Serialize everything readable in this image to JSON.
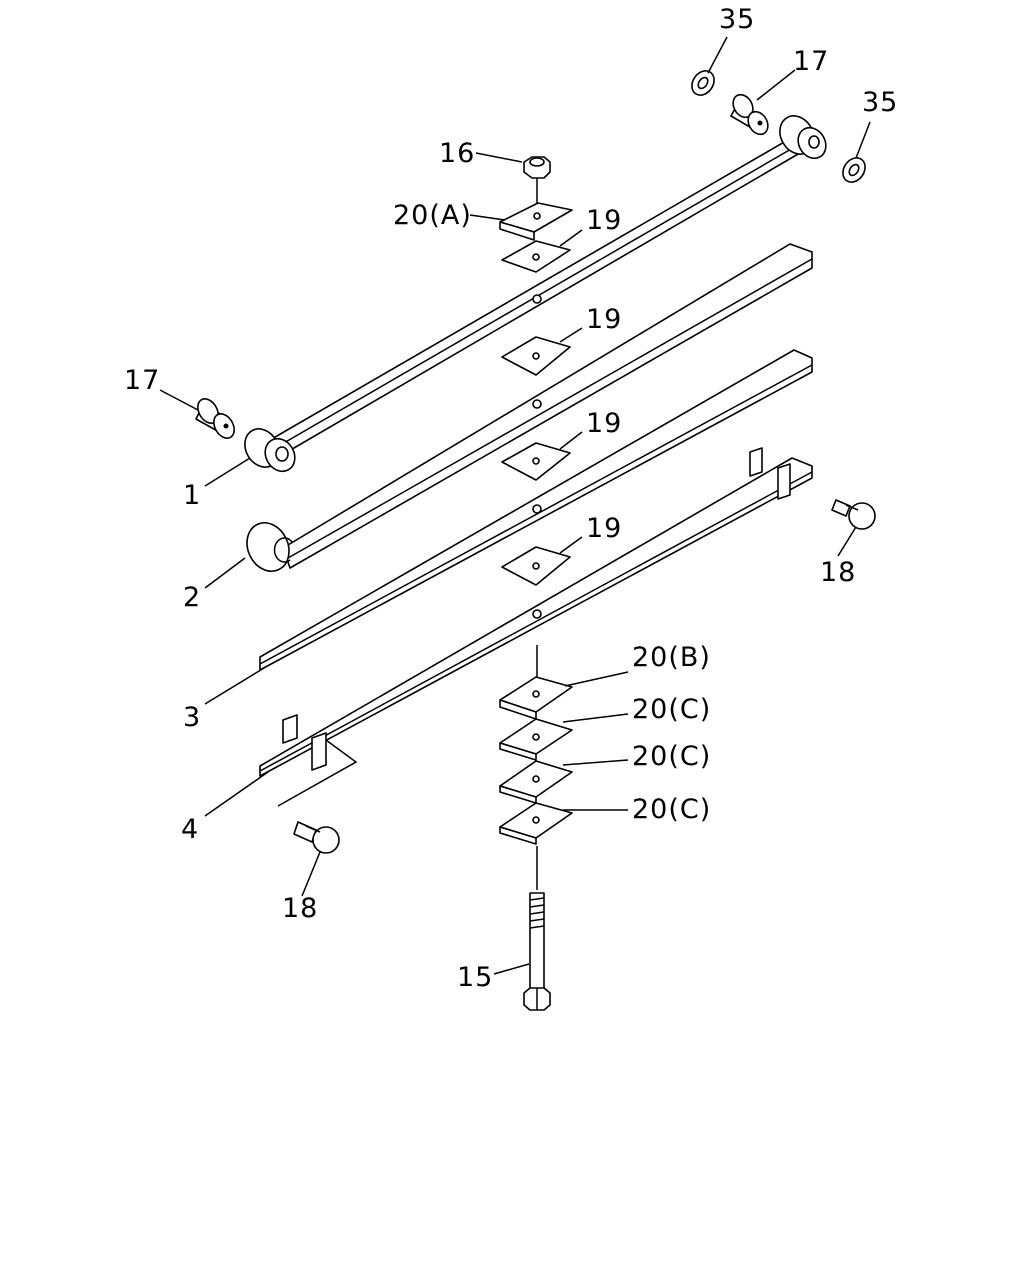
{
  "callouts": {
    "c35a": "35",
    "c35b": "35",
    "c17a": "17",
    "c17b": "17",
    "c16": "16",
    "c20a": "20(A)",
    "c19a": "19",
    "c19b": "19",
    "c19c": "19",
    "c19d": "19",
    "c1": "1",
    "c2": "2",
    "c3": "3",
    "c4": "4",
    "c18a": "18",
    "c18b": "18",
    "c20b": "20(B)",
    "c20c1": "20(C)",
    "c20c2": "20(C)",
    "c20c3": "20(C)",
    "c15": "15"
  }
}
